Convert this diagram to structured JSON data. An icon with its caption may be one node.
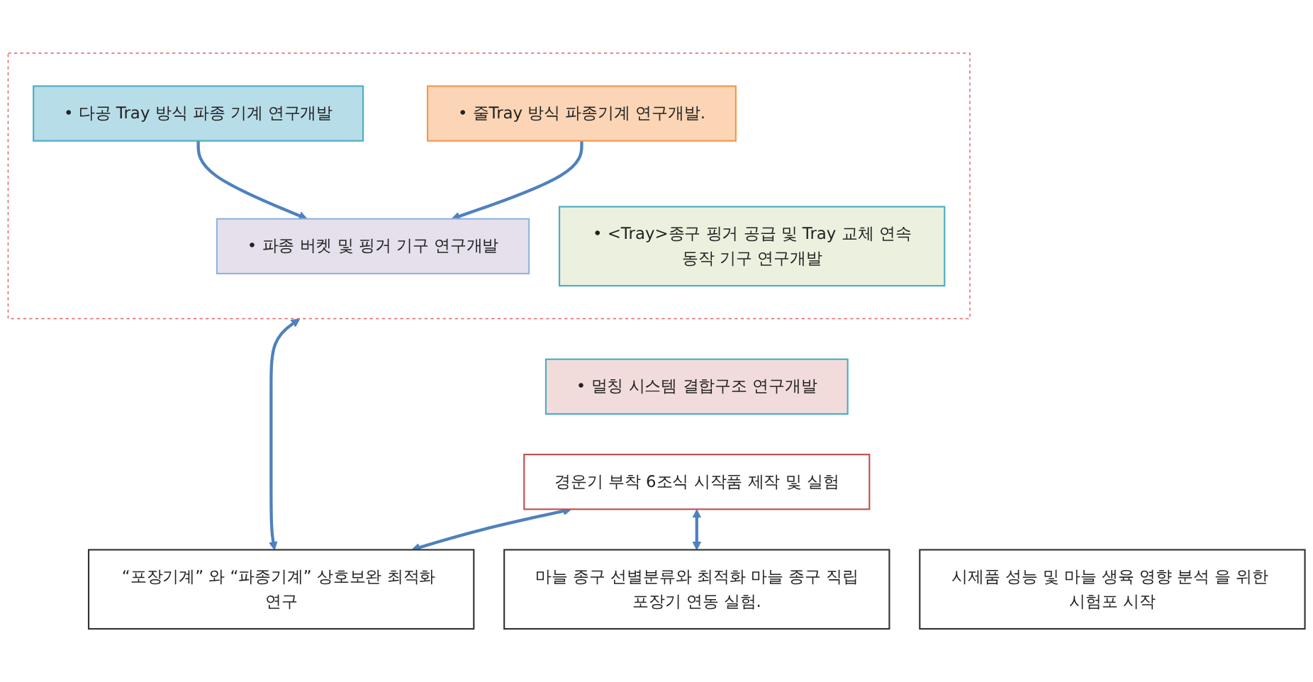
{
  "diagram": {
    "nodes": [
      {
        "text": [],
        "shape": "box"
      },
      {
        "text": [
          "• 다공 Tray 방식 파종 기계 연구개발"
        ],
        "in": 0
      },
      {
        "text": [
          "• 줄Tray 방식 파종기계 연구개발."
        ],
        "in": 0
      },
      {
        "text": [
          "• 파종 버켓 및 핑거 기구 연구개발"
        ],
        "in": 0
      },
      {
        "text": [
          "• <Tray>종구 핑거 공급 및 Tray 교체 연속동작 기구 연구개발"
        ],
        "in": 0
      },
      {
        "text": [
          "• 멀칭 시스템 결합구조 연구개발"
        ]
      },
      {
        "text": [
          "경운기 부착 6조식 시작품 제작 및 실험"
        ]
      },
      {
        "text": [
          "“포장기계” 와 “파종기계” 상호보완 최적화 연구"
        ]
      },
      {
        "text": [
          "마늘 종구 선별분류와 최적화 마늘 종구 직립포장기 연동 실험."
        ]
      },
      {
        "text": [
          "시제품 성능 및 마늘 생육 영향 분석 을 위한 시험포 시작"
        ]
      }
    ],
    "edges": [
      {
        "from": 1,
        "to": 3,
        "arrow": "to"
      },
      {
        "from": 2,
        "to": 3,
        "arrow": "to"
      },
      {
        "from": 0,
        "to": 7,
        "arrow": "both"
      },
      {
        "from": 6,
        "to": 7,
        "arrow": "both"
      },
      {
        "from": 6,
        "to": 8,
        "arrow": "both"
      }
    ]
  }
}
